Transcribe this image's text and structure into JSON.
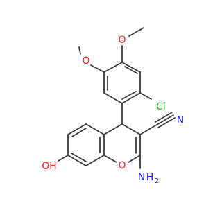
{
  "atoms": {
    "methoxy_o_top": "O",
    "methoxy_o_left": "O",
    "chloro": "Cl",
    "nitrile_n": "N",
    "hydroxy": "OH",
    "ring_o": "O",
    "amine_n": "N",
    "amine_h": "H",
    "amine_subscript": "2"
  },
  "colors": {
    "oxygen": "#ff1f1f",
    "nitrogen": "#1f1fff",
    "chlorine": "#19bd19",
    "bond": "#3a3a3a"
  }
}
